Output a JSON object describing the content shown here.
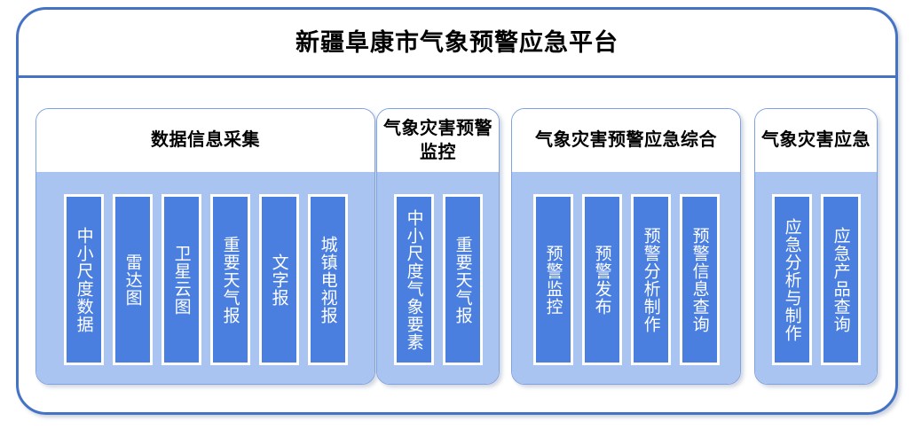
{
  "platform": {
    "title": "新疆阜康市气象预警应急平台",
    "frame_border_color": "#4472C4",
    "panel_border_color": "#7FA2DE",
    "panel_body_color": "#A9C4F0",
    "item_color": "#4A7FE0",
    "item_border_color": "#FFFFFF",
    "item_text_color": "#FFFFFF",
    "title_text_color": "#000000"
  },
  "panels": [
    {
      "header": "数据信息采集",
      "items": [
        {
          "label": "中小尺度数据"
        },
        {
          "label": "雷达图"
        },
        {
          "label": "卫星云图"
        },
        {
          "label": "重要天气报"
        },
        {
          "label": "文字报"
        },
        {
          "label": "城镇电视报"
        }
      ]
    },
    {
      "header": "气象灾害预警监控",
      "items": [
        {
          "label": "中小尺度气象要素"
        },
        {
          "label": "重要天气报"
        }
      ]
    },
    {
      "header": "气象灾害预警应急综合",
      "items": [
        {
          "label": "预警监控"
        },
        {
          "label": "预警发布"
        },
        {
          "label": "预警分析制作"
        },
        {
          "label": "预警信息查询"
        }
      ]
    },
    {
      "header": "气象灾害应急",
      "items": [
        {
          "label": "应急分析与制作"
        },
        {
          "label": "应急产品查询"
        }
      ]
    }
  ]
}
